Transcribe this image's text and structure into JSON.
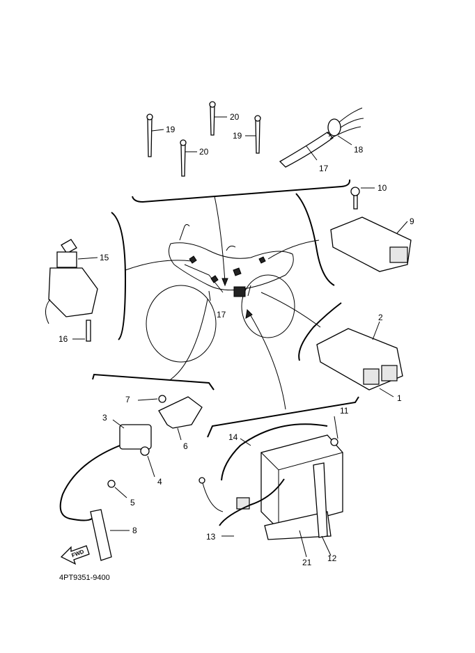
{
  "diagram_code": "4PT9351-9400",
  "fwd_label": "FWD",
  "callouts": {
    "c1": "1",
    "c2": "2",
    "c3": "3",
    "c4": "4",
    "c5": "5",
    "c6": "6",
    "c7": "7",
    "c8": "8",
    "c9": "9",
    "c10": "10",
    "c11": "11",
    "c12": "12",
    "c13": "13",
    "c14": "14",
    "c15": "15",
    "c16": "16",
    "c17a": "17",
    "c17b": "17",
    "c18": "18",
    "c19a": "19",
    "c19b": "19",
    "c20a": "20",
    "c20b": "20",
    "c21": "21"
  }
}
